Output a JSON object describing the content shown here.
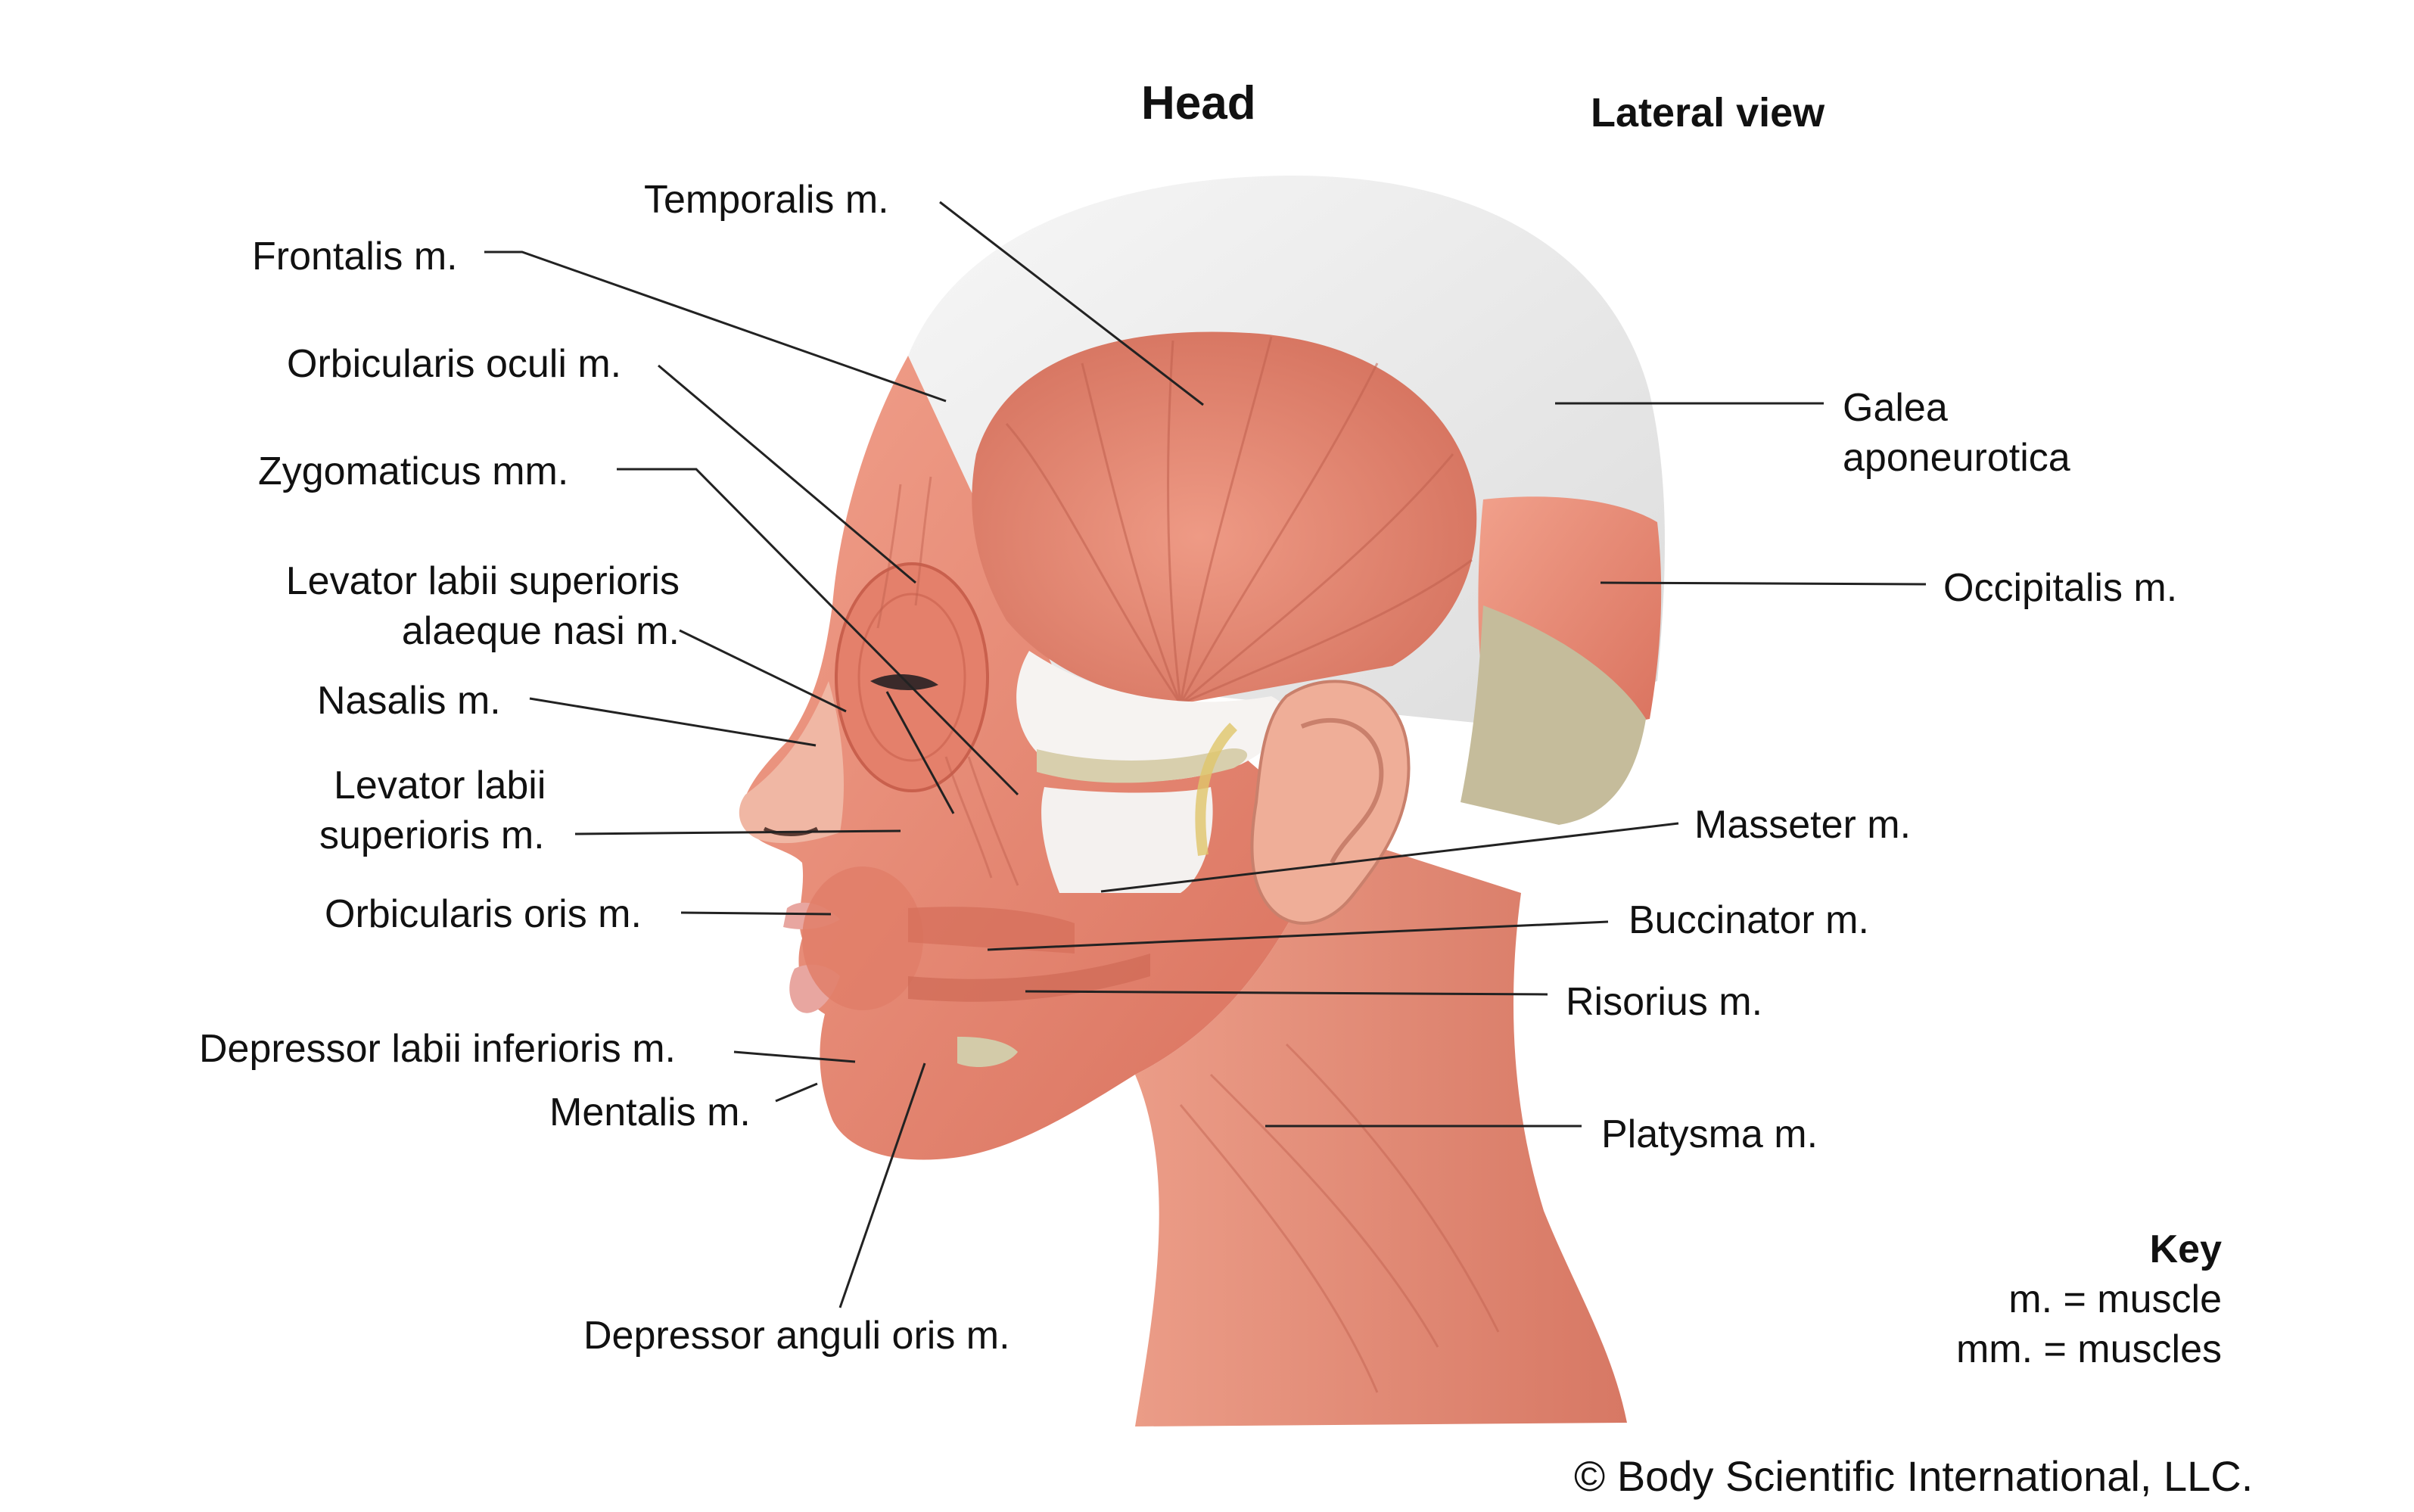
{
  "header": {
    "title": "Head",
    "view": "Lateral view"
  },
  "labels": {
    "temporalis": "Temporalis m.",
    "frontalis": "Frontalis m.",
    "orbicularis_oculi": "Orbicularis oculi m.",
    "zygomaticus": "Zygomaticus mm.",
    "levator_alaeque_1": "Levator labii superioris",
    "levator_alaeque_2": "alaeque nasi m.",
    "nasalis": "Nasalis m.",
    "levator_labii_1": "Levator labii",
    "levator_labii_2": "superioris m.",
    "orbicularis_oris": "Orbicularis oris m.",
    "depressor_labii": "Depressor labii inferioris m.",
    "mentalis": "Mentalis m.",
    "depressor_anguli": "Depressor anguli oris m.",
    "galea_1": "Galea",
    "galea_2": "aponeurotica",
    "occipitalis": "Occipitalis m.",
    "masseter": "Masseter m.",
    "buccinator": "Buccinator m.",
    "risorius": "Risorius m.",
    "platysma": "Platysma m."
  },
  "key": {
    "title": "Key",
    "line1": "m. = muscle",
    "line2": "mm. = muscles"
  },
  "copyright": "© Body Scientific International, LLC.",
  "colors": {
    "muscle": "#e58d78",
    "muscle_dark": "#c9604d",
    "tendon": "#f2f0ee",
    "bone": "#c7bfa0",
    "skin": "#f0c4b2",
    "leader": "#222222"
  }
}
